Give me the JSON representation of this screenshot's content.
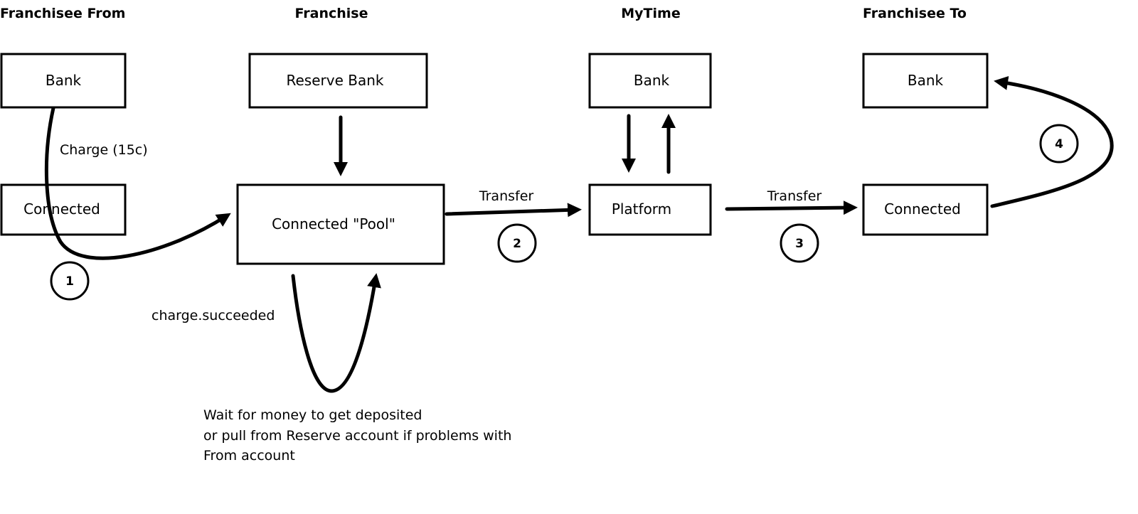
{
  "lanes": {
    "franchisee_from": "Franchisee From",
    "franchise": "Franchise",
    "mytime": "MyTime",
    "franchisee_to": "Franchisee To"
  },
  "boxes": {
    "from_bank": "Bank",
    "from_connected": "Connected",
    "reserve_bank": "Reserve Bank",
    "connected_pool": "Connected \"Pool\"",
    "mytime_bank": "Bank",
    "platform": "Platform",
    "to_bank": "Bank",
    "to_connected": "Connected"
  },
  "edges": {
    "charge": "Charge (15c)",
    "charge_succeeded": "charge.succeeded",
    "transfer_1": "Transfer",
    "transfer_2": "Transfer"
  },
  "steps": [
    "1",
    "2",
    "3",
    "4"
  ],
  "note": [
    "Wait for money to get deposited",
    "or pull from Reserve account if problems with",
    "From account"
  ]
}
